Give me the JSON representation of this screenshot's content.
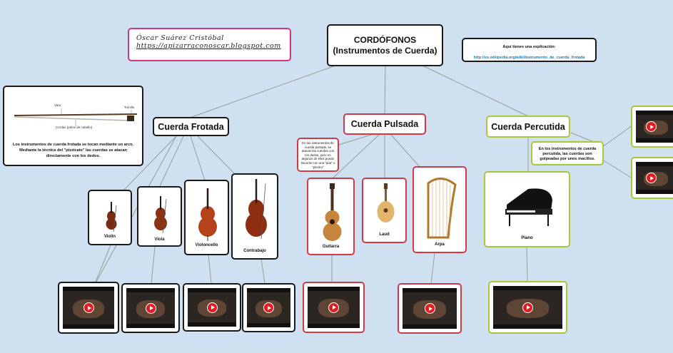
{
  "root": {
    "title_line1": "CORDÓFONOS",
    "title_line2": "(Instrumentos de Cuerda)"
  },
  "author": {
    "name": "Óscar Suárez Cristóbal",
    "url": "https://apizarraconoscar.blogspot.com"
  },
  "explanation": {
    "label": "Aquí tienes una explicación:",
    "link": "http://es.wikipedia.org/wiki/Instrumento_de_cuerda_frotada"
  },
  "bow_note": {
    "labels": {
      "vara": "Vara",
      "tornillo": "Tornillo",
      "cerdas": "Cerdas (pelos de caballo)"
    },
    "text": "Los instrumentos de cuerda frotada se tocan mediante un arco. Mediante la técnica del \"pizzicato\" las cuerdas se atacan directamente con los dedos."
  },
  "branches": {
    "frotada": "Cuerda Frotada",
    "pulsada": "Cuerda Pulsada",
    "percutida": "Cuerda Percutida"
  },
  "notes": {
    "pulsada": "En los instrumentos de cuerda pulsada, se atacan las cuerdas con los dedos, pero en algunos de ellos puede hacerse con una \"púa\" o \"plectro\"",
    "percutida": "En los instrumentos de cuerda percutida, las cuerdas son golpeadas por unos macillos."
  },
  "instruments": {
    "violin": "Violín",
    "viola": "Viola",
    "violonchelo": "Violoncello",
    "contrabajo": "Contrabajo",
    "guitarra": "Guitarra",
    "laud": "Laud",
    "arpa": "Arpa",
    "piano": "Piano"
  },
  "colors": {
    "background": "#cfe1f0",
    "frotada": "#1a1a1a",
    "pulsada": "#d0394a",
    "percutida": "#a6c83a",
    "author": "#d6337a",
    "play": "#e31b23"
  }
}
